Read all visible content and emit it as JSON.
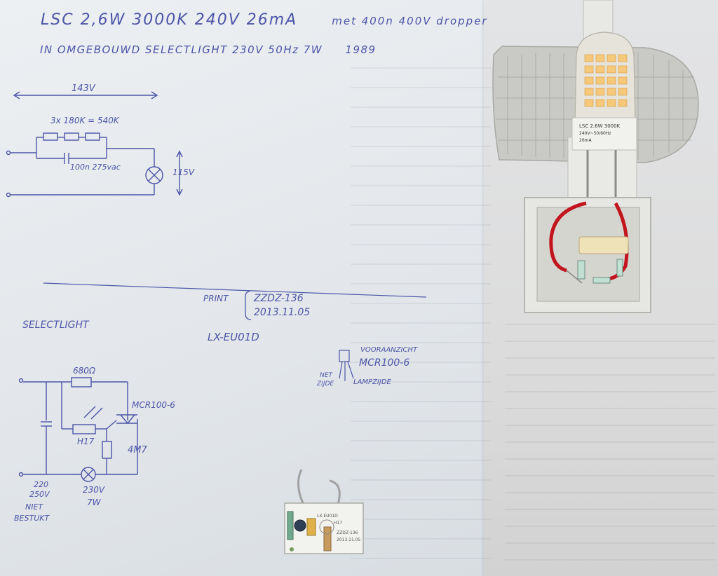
{
  "notes": {
    "title_line": "LSC 2,6W 3000K 240V 26mA",
    "title_extra": "met 400n 400V dropper",
    "subtitle_line": "IN OMGEBOUWD SELECTLIGHT 230V 50Hz 7W",
    "year": "1989",
    "voltage_top": "143V",
    "resistors": "3x 180K = 540K",
    "capacitor": "100n 275vac",
    "voltage_lamp": "115V",
    "print_label": "PRINT",
    "print_code_1": "ZZDZ-136",
    "print_code_2": "2013.11.05",
    "model": "LX-EU01D",
    "selectlight": "SELECTLIGHT",
    "resistor_680": "680Ω",
    "triac": "MCR100-6",
    "ldr": "H17",
    "resistor_4m7": "4M7",
    "mains_1": "220",
    "mains_2": "250V",
    "mains_3": "NIET",
    "mains_4": "BESTUKT",
    "lamp_1": "230V",
    "lamp_2": "7W",
    "front_view": "VOORAANZICHT",
    "front_triac": "MCR100-6",
    "net_1": "NET",
    "net_2": "ZIJDE",
    "lamp_side": "LAMPZIJDE"
  },
  "photo": {
    "bulb_text_1": "LSC 2.6W 3000K",
    "bulb_text_2": "240V~50/60Hz",
    "bulb_text_3": "26mA",
    "pcb_text_1": "LX-EU01D",
    "pcb_text_2": "ZZDZ-136",
    "pcb_text_3": "2013.11.05",
    "pcb_text_4": "H17"
  },
  "colors": {
    "ink": "#4c55a8",
    "paper": "#e8ecef",
    "led": "#f6c87a",
    "wire_red": "#c2151d",
    "pcb": "#f2f2ee"
  }
}
